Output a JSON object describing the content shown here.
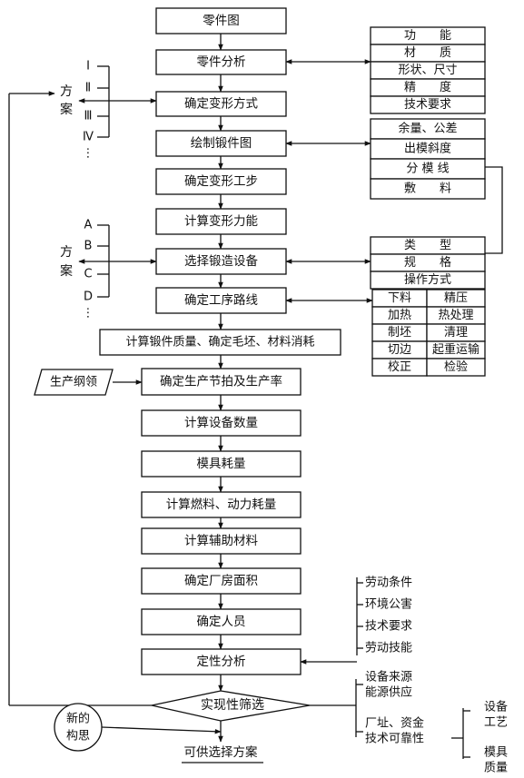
{
  "main_steps": [
    "零件图",
    "零件分析",
    "确定变形方式",
    "绘制锻件图",
    "确定变形工步",
    "计算变形力能",
    "选择锻造设备",
    "确定工序路线",
    "计算锻件质量、确定毛坯、材料消耗",
    "确定生产节拍及生产率",
    "计算设备数量",
    "模具耗量",
    "计算燃料、动力耗量",
    "计算辅助材料",
    "确定厂房面积",
    "确定人员",
    "定性分析",
    "实现性筛选"
  ],
  "final_output": "可供选择方案",
  "production_program": "生产纲领",
  "new_idea": [
    "新的",
    "构思"
  ],
  "scheme_label_1": [
    "方",
    "案"
  ],
  "scheme_label_2": [
    "方",
    "案"
  ],
  "scheme_numbers": [
    "Ⅰ",
    "Ⅱ",
    "Ⅲ",
    "Ⅳ",
    "⋮"
  ],
  "scheme_letters": [
    "A",
    "B",
    "C",
    "D",
    "⋮"
  ],
  "part_analysis_items": [
    "功　　能",
    "材　　质",
    "形状、尺寸",
    "精　　度",
    "技术要求"
  ],
  "forging_drawing_items": [
    "余量、公差",
    "出模斜度",
    "分 模 线",
    "敷　　料"
  ],
  "equipment_items": [
    "类　　型",
    "规　　格",
    "操作方式"
  ],
  "process_route_items": [
    [
      "下料",
      "精压"
    ],
    [
      "加热",
      "热处理"
    ],
    [
      "制坯",
      "清理"
    ],
    [
      "切边",
      "起重运输"
    ],
    [
      "校正",
      "检验"
    ]
  ],
  "qualitative_inputs": [
    "劳动条件",
    "环境公害",
    "技术要求",
    "劳动技能"
  ],
  "screening_outputs_1": [
    "设备来源",
    "能源供应"
  ],
  "screening_outputs_2": [
    "厂址、资金",
    "技术可靠性"
  ],
  "reliability_items": [
    [
      "设备",
      "工艺"
    ],
    [
      "模具",
      "质量"
    ]
  ]
}
